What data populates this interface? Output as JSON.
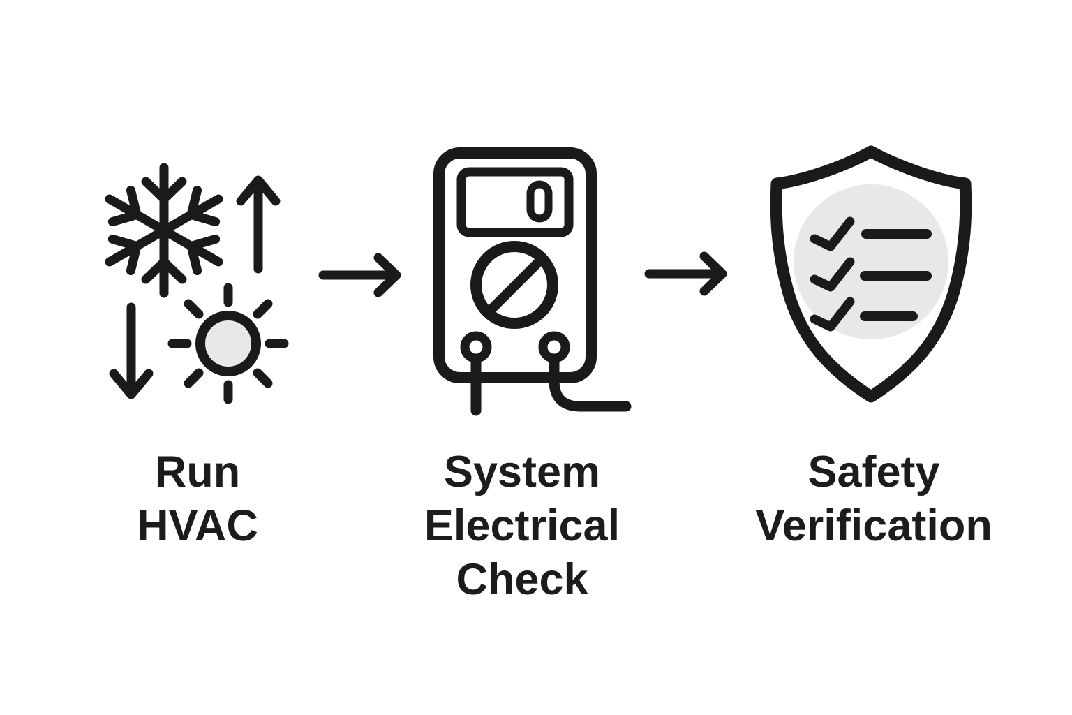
{
  "diagram": {
    "background_color": "#ffffff",
    "ink_color": "#1a1a1a",
    "accent_fill_color": "#e8e8e8",
    "steps": [
      {
        "id": "run-hvac",
        "icon": "hvac-heat-cool-icon",
        "icon_parts": [
          "snowflake",
          "arrow-up",
          "arrow-down",
          "sun"
        ],
        "lines": [
          "Run",
          "HVAC"
        ]
      },
      {
        "id": "system-electrical-check",
        "icon": "multimeter-icon",
        "icon_parts": [
          "display",
          "zero-digit",
          "dial",
          "probe-jacks",
          "test-leads"
        ],
        "lines": [
          "System",
          "Electrical",
          "Check"
        ]
      },
      {
        "id": "safety-verification",
        "icon": "shield-checklist-icon",
        "icon_parts": [
          "shield",
          "checklist-circle",
          "checkmarks",
          "list-lines"
        ],
        "lines": [
          "Safety",
          "Verification"
        ]
      }
    ],
    "connectors": [
      {
        "id": "arrow-1",
        "glyph": "arrow-right"
      },
      {
        "id": "arrow-2",
        "glyph": "arrow-right"
      }
    ]
  }
}
